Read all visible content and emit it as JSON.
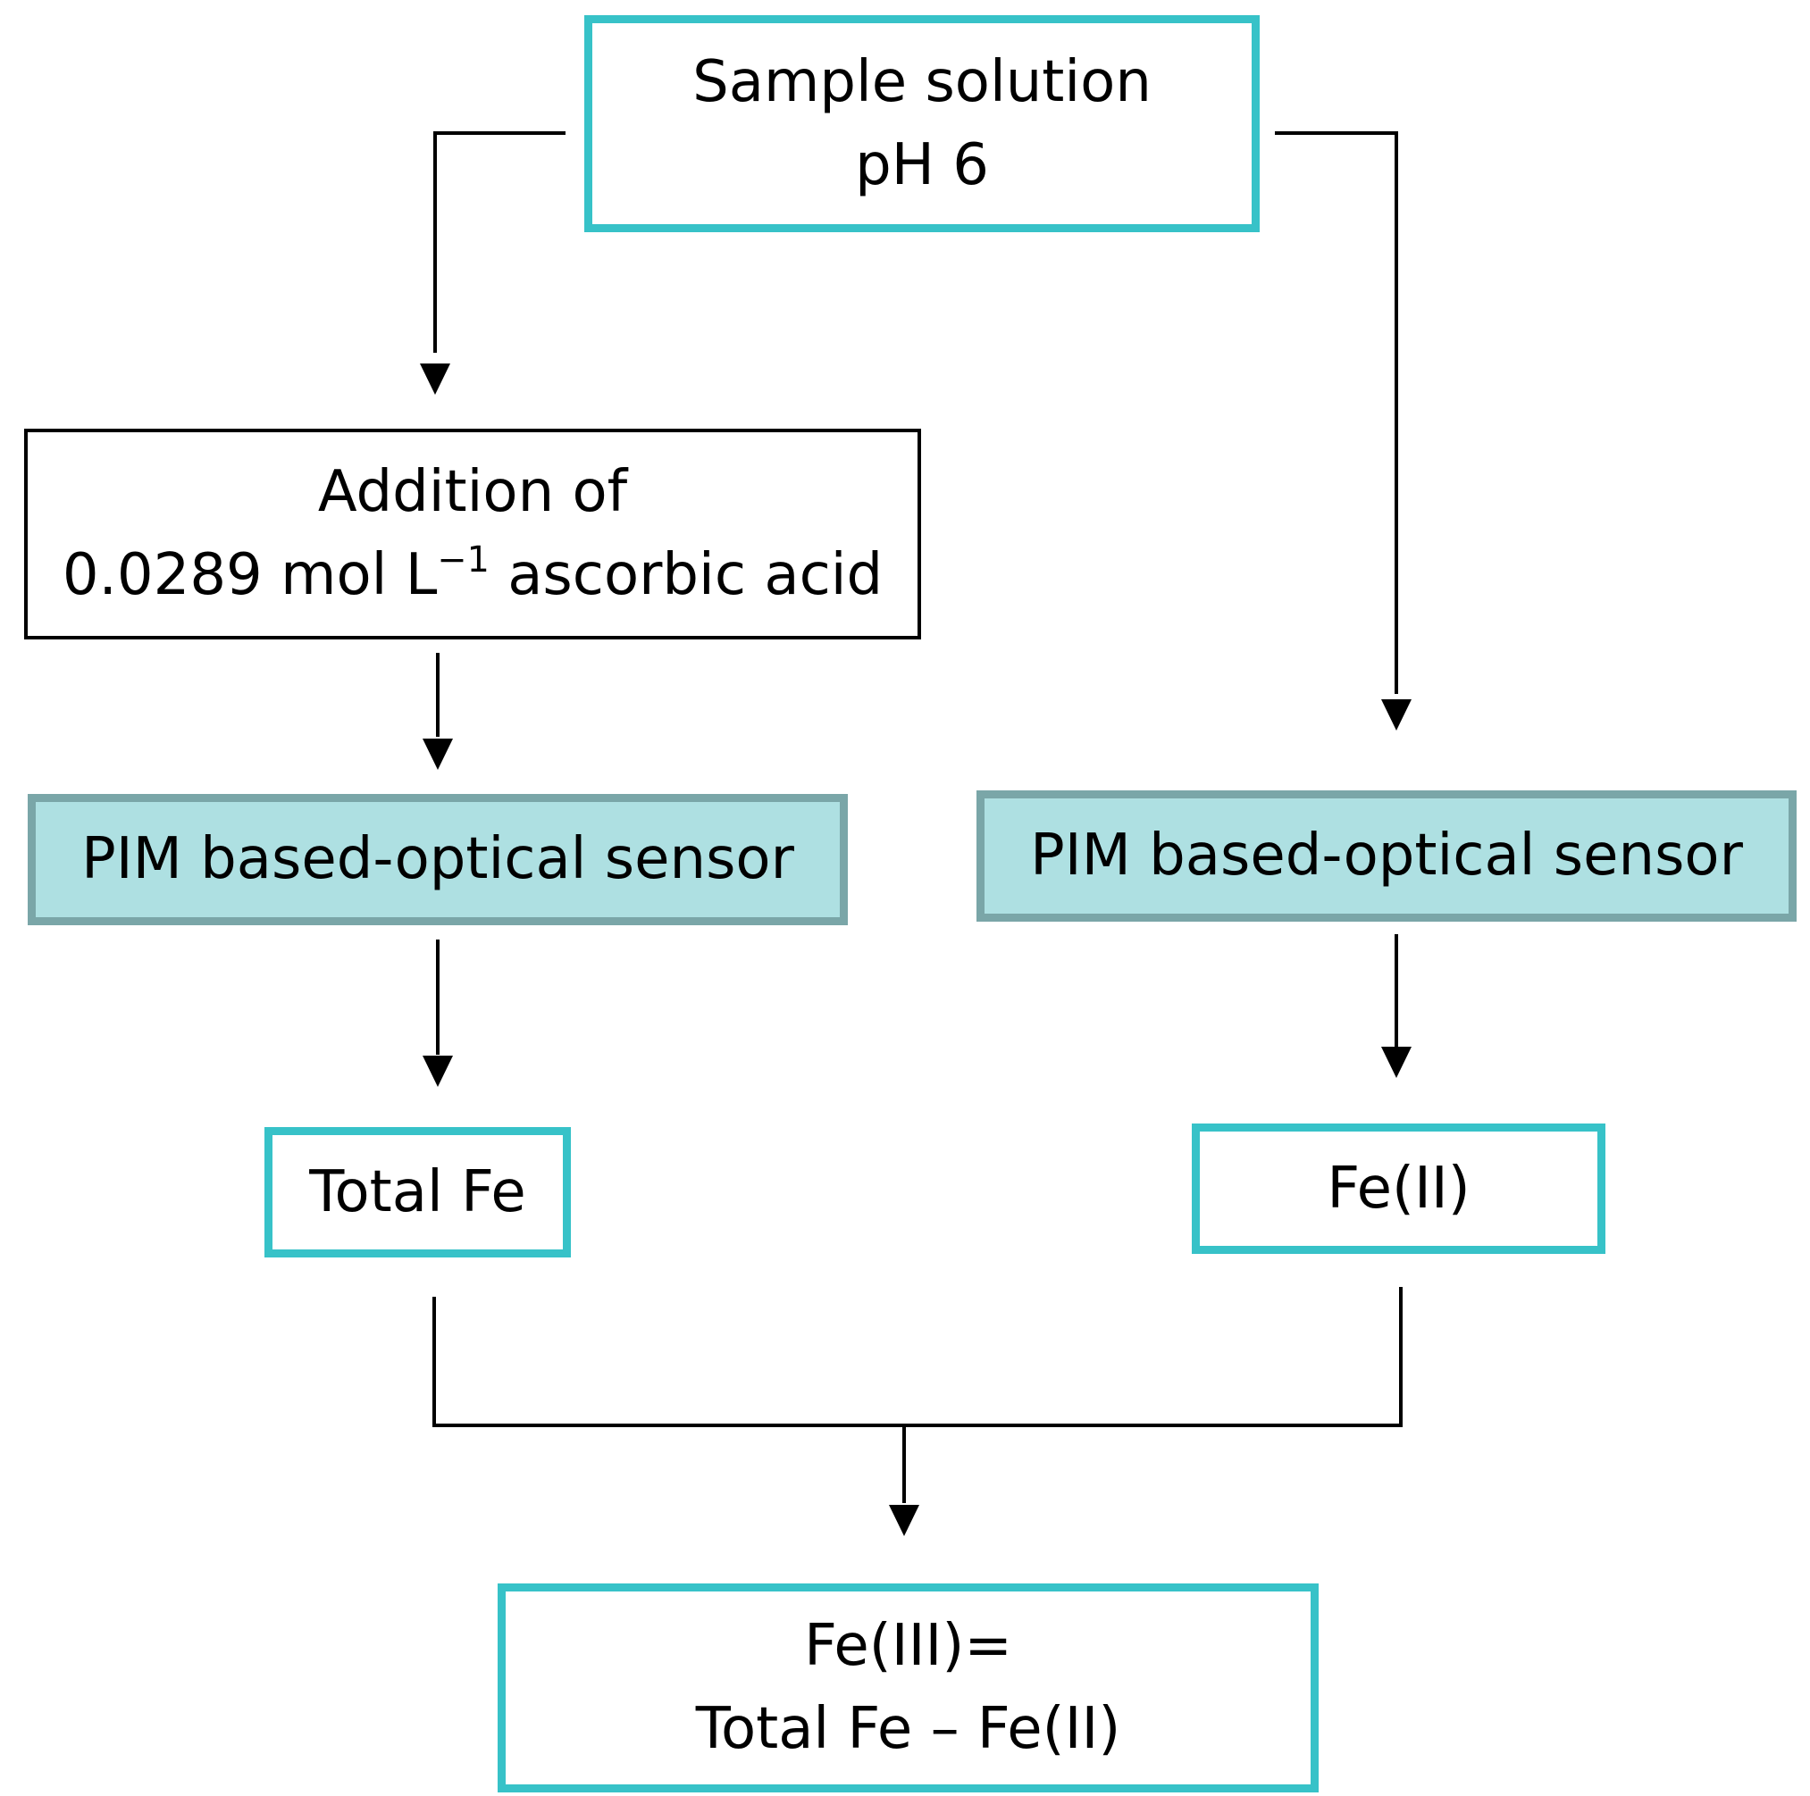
{
  "diagram": {
    "sample": {
      "line1": "Sample solution",
      "line2": "pH 6"
    },
    "addition": {
      "line1": "Addition of",
      "line2_main": "0.0289 mol L",
      "line2_sup": "−1",
      "line2_tail": " ascorbic acid"
    },
    "sensor_left": "PIM based-optical sensor",
    "sensor_right": "PIM based-optical sensor",
    "total_fe": "Total Fe",
    "fe_ii": "Fe(II)",
    "fe_iii": {
      "line1": "Fe(III)=",
      "line2": "Total Fe – Fe(II)"
    },
    "colors": {
      "teal_border": "#37C2C8",
      "sensor_fill": "#AEE0E2",
      "sensor_border": "#7AA6A8",
      "connector": "#000000"
    }
  }
}
